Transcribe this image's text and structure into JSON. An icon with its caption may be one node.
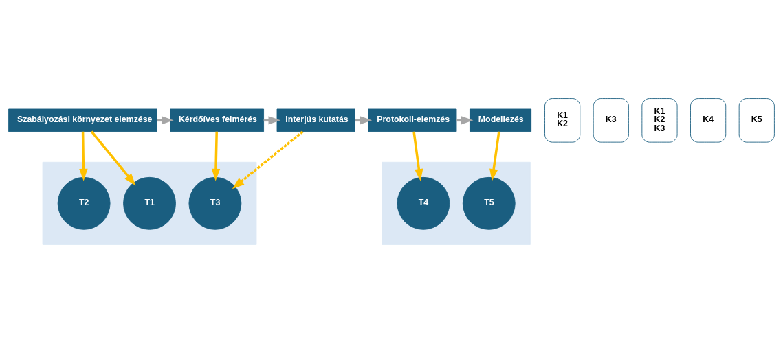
{
  "diagram": {
    "nodes": [
      {
        "text": [
          "Szabályozási környezet elemzése"
        ]
      },
      {
        "text": [
          "K1",
          "K2"
        ]
      },
      {
        "text": [
          "Kérdőíves felmérés"
        ]
      },
      {
        "text": [
          "K3"
        ]
      },
      {
        "text": [
          "Interjús kutatás"
        ]
      },
      {
        "text": [
          "K1",
          "K2",
          "K3"
        ]
      },
      {
        "text": [
          "Protokoll-elemzés"
        ]
      },
      {
        "text": [
          "K4"
        ]
      },
      {
        "text": [
          "Modellezés"
        ]
      },
      {
        "text": [
          "K5"
        ]
      },
      {
        "text": [],
        "shape": "box"
      },
      {
        "text": [],
        "shape": "box"
      },
      {
        "text": [
          "T1"
        ],
        "in": 10
      },
      {
        "text": [
          "T2"
        ],
        "in": 10
      },
      {
        "text": [
          "T3"
        ],
        "in": 10
      },
      {
        "text": [
          "T4"
        ],
        "in": 11
      },
      {
        "text": [
          "T5"
        ],
        "in": 11
      }
    ],
    "edges": [
      {
        "from": 0,
        "to": 2,
        "arrow": "to",
        "color": "#a6a6a6"
      },
      {
        "from": 2,
        "to": 4,
        "arrow": "to",
        "color": "#a6a6a6"
      },
      {
        "from": 4,
        "to": 6,
        "arrow": "to",
        "color": "#a6a6a6"
      },
      {
        "from": 6,
        "to": 8,
        "arrow": "to",
        "color": "#a6a6a6"
      },
      {
        "from": 0,
        "to": 12,
        "arrow": "to",
        "color": "#ffc000"
      },
      {
        "from": 0,
        "to": 13,
        "arrow": "to",
        "color": "#ffc000"
      },
      {
        "from": 2,
        "to": 14,
        "arrow": "to",
        "color": "#ffc000"
      },
      {
        "from": 4,
        "to": 14,
        "arrow": "to",
        "style": "dashed",
        "color": "#ffc000"
      },
      {
        "from": 6,
        "to": 15,
        "arrow": "to",
        "color": "#ffc000"
      },
      {
        "from": 8,
        "to": 16,
        "arrow": "to",
        "color": "#ffc000"
      }
    ]
  }
}
